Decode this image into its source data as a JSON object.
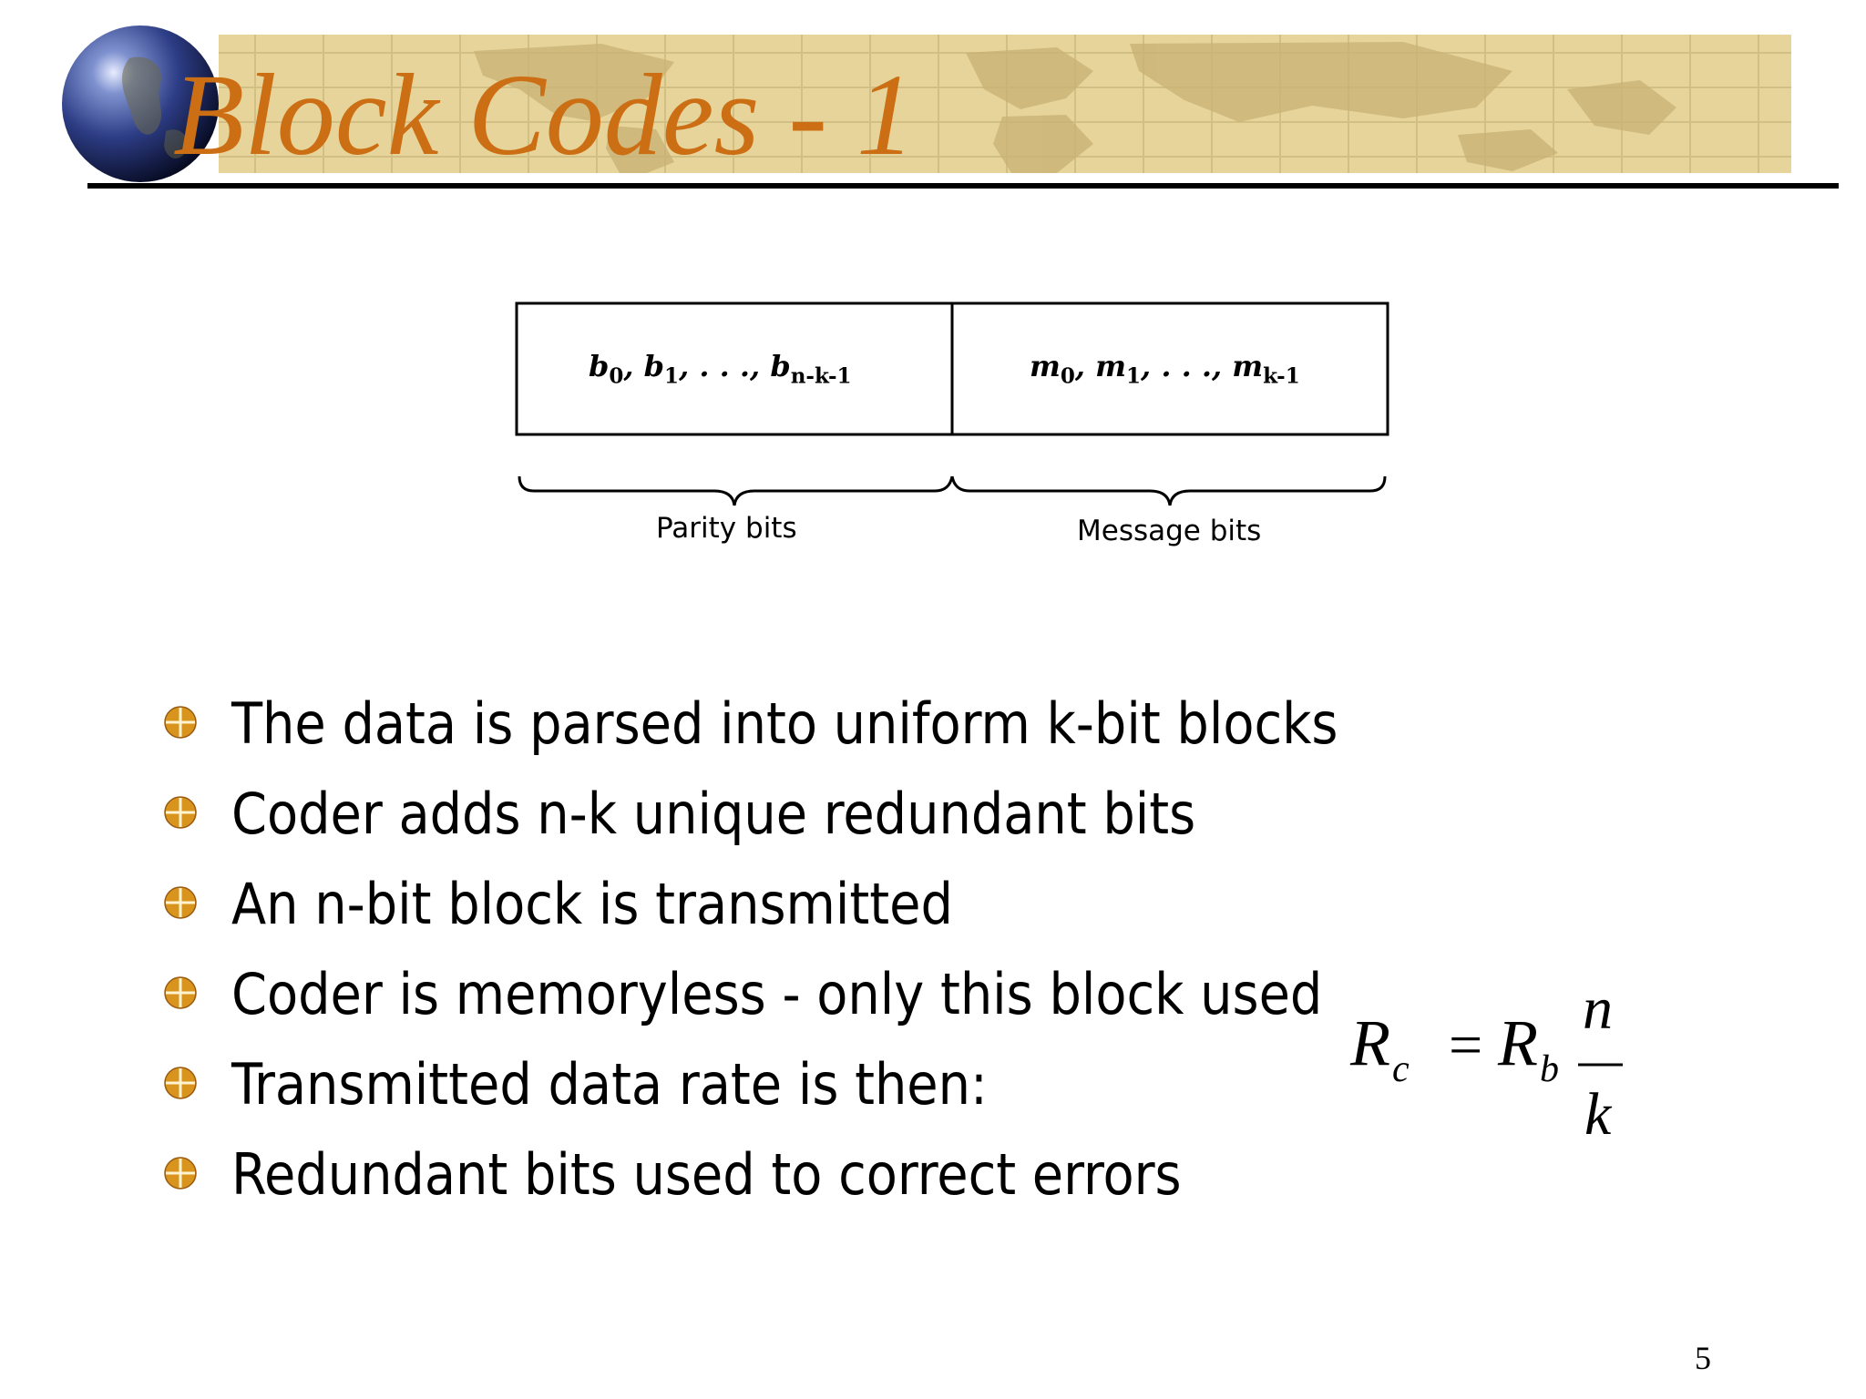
{
  "slide": {
    "title": "Block Codes - 1",
    "page_number": "5"
  },
  "diagram": {
    "parity_cell": {
      "var": "b",
      "sub_first": "0",
      "sub_second": "1",
      "ellipsis": ", . . .,",
      "sub_last": "n-k-1"
    },
    "message_cell": {
      "var": "m",
      "sub_first": "0",
      "sub_second": "1",
      "ellipsis": ", . . .,",
      "sub_last": "k-1"
    },
    "parity_label": "Parity bits",
    "message_label": "Message bits"
  },
  "bullets": [
    "The data is parsed into uniform k-bit blocks",
    "Coder adds n-k unique redundant bits",
    "An n-bit block is transmitted",
    "Coder is memoryless - only this block used",
    "Transmitted data rate is then:",
    "Redundant bits used to correct errors"
  ],
  "formula": {
    "lhs": "R",
    "lhs_sub": "c",
    "equals": "=",
    "rhs": "R",
    "rhs_sub": "b",
    "numerator": "n",
    "denominator": "k"
  },
  "colors": {
    "title": "#cc6e13",
    "banner": "#e6d49a",
    "bullet_icon": "#d8941c"
  }
}
